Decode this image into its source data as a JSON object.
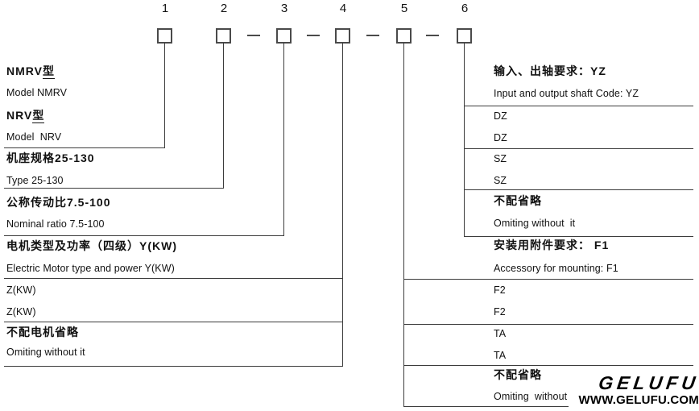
{
  "colors": {
    "ink": "#111111",
    "line": "#3c3c3c",
    "background": "#ffffff"
  },
  "positions": [
    {
      "label": "1"
    },
    {
      "label": "2"
    },
    {
      "label": "3"
    },
    {
      "label": "4"
    },
    {
      "label": "5"
    },
    {
      "label": "6"
    }
  ],
  "left": {
    "model1_prefix": "NMRV",
    "model1_suffix": "型",
    "model1_en": "Model NMRV",
    "model2_prefix": "NRV",
    "model2_suffix": "型",
    "model2_en": "Model  NRV",
    "lines": [
      {
        "text": "机座规格25-130"
      },
      {
        "text": "Type 25-130"
      },
      {
        "text": "公称传动比7.5-100"
      },
      {
        "text": "Nominal ratio 7.5-100"
      },
      {
        "text": "电机类型及功率（四级）Y(KW)"
      },
      {
        "text": "Electric Motor type and power Y(KW)"
      },
      {
        "text": "Z(KW)"
      },
      {
        "text": "Z(KW)"
      },
      {
        "text": "不配电机省略"
      },
      {
        "text": "Omiting without it"
      }
    ]
  },
  "right": {
    "lines": [
      {
        "text": "输入、出轴要求：YZ"
      },
      {
        "text": "Input and output shaft Code: YZ"
      },
      {
        "text": "DZ"
      },
      {
        "text": "DZ"
      },
      {
        "text": "SZ"
      },
      {
        "text": "SZ"
      },
      {
        "text": "不配省略"
      },
      {
        "text": "Omiting without  it"
      },
      {
        "text": "安装用附件要求： F1"
      },
      {
        "text": "Accessory for mounting: F1"
      },
      {
        "text": "F2"
      },
      {
        "text": "F2"
      },
      {
        "text": "TA"
      },
      {
        "text": "TA"
      },
      {
        "text": "不配省略"
      },
      {
        "text": "Omiting  without  it"
      }
    ]
  },
  "logo": {
    "name": "GELUFU",
    "website": "WWW.GELUFU.COM"
  }
}
